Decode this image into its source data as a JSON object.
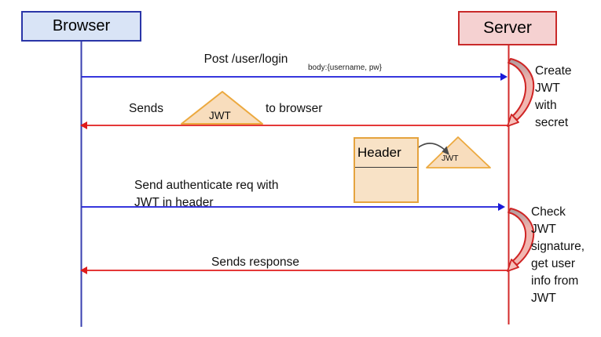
{
  "diagram": {
    "type": "sequence-diagram",
    "actors": [
      {
        "id": "browser",
        "label": "Browser",
        "fill": "#d9e4f6",
        "border": "#2a35a8"
      },
      {
        "id": "server",
        "label": "Server",
        "fill": "#f5d1d1",
        "border": "#c92a2a"
      }
    ],
    "messages": [
      {
        "from": "browser",
        "to": "server",
        "direction": "right",
        "label": "Post /user/login",
        "sublabel": "body:{username, pw}",
        "color": "#1a1ad8"
      },
      {
        "from": "server",
        "to": "browser",
        "direction": "left",
        "pre": "Sends",
        "token": "JWT",
        "post": "to browser",
        "color": "#e01b1b"
      },
      {
        "from": "browser",
        "to": "server",
        "direction": "right",
        "label": "Send authenticate req with\nJWT in header",
        "color": "#1a1ad8"
      },
      {
        "from": "server",
        "to": "browser",
        "direction": "left",
        "label": "Sends response",
        "color": "#e01b1b"
      }
    ],
    "server_notes": [
      {
        "text": "Create\nJWT\nwith\nsecret"
      },
      {
        "text": "Check\nJWT\nsignature,\nget user\ninfo from\nJWT"
      }
    ],
    "header_box": {
      "label": "Header",
      "token": "JWT"
    },
    "token_style": {
      "fill": "#f8ddbd",
      "border": "#eca93f"
    }
  }
}
